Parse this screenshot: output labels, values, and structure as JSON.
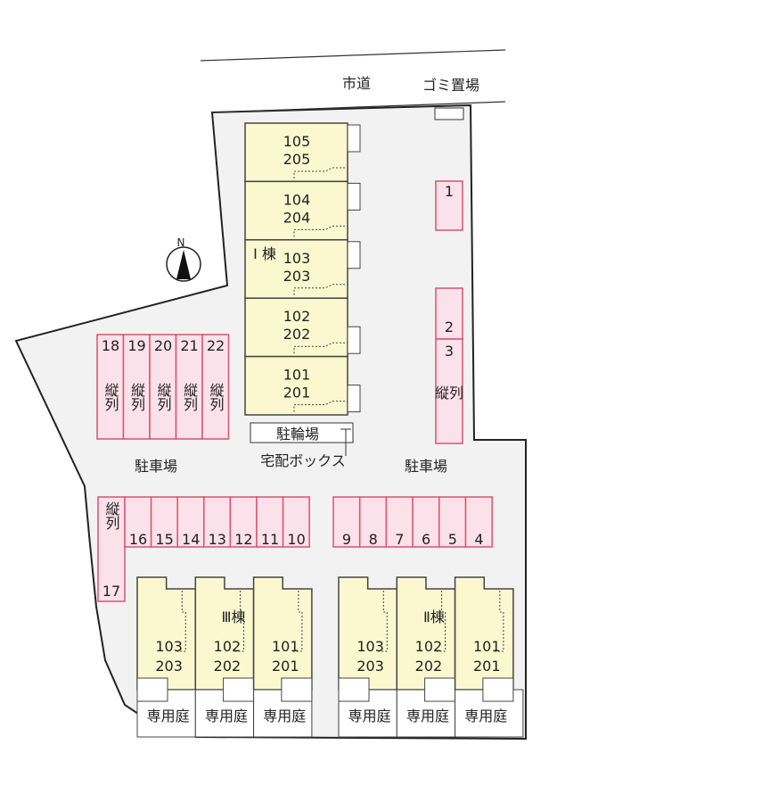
{
  "roads": {
    "city_road": "市道",
    "garbage": "ゴミ置場"
  },
  "compass": "N",
  "building1": {
    "name": "I 棟",
    "units": [
      [
        "105",
        "205"
      ],
      [
        "104",
        "204"
      ],
      [
        "103",
        "203"
      ],
      [
        "102",
        "202"
      ],
      [
        "101",
        "201"
      ]
    ]
  },
  "building3": {
    "name": "Ⅲ棟",
    "units": [
      [
        "103",
        "203"
      ],
      [
        "102",
        "202"
      ],
      [
        "101",
        "201"
      ]
    ]
  },
  "building2": {
    "name": "Ⅱ棟",
    "units": [
      [
        "103",
        "203"
      ],
      [
        "102",
        "202"
      ],
      [
        "101",
        "201"
      ]
    ]
  },
  "garden": "専用庭",
  "bike_parking": "駐輪場",
  "delivery_box": "宅配ボックス",
  "parking_label": "駐車場",
  "tandem": "縦列",
  "parking": {
    "p1": "1",
    "p2": "2",
    "p3": "3",
    "p17": "17",
    "row_18_22": [
      "18",
      "19",
      "20",
      "21",
      "22"
    ],
    "row_16_10": [
      "16",
      "15",
      "14",
      "13",
      "12",
      "11",
      "10"
    ],
    "row_9_4": [
      "9",
      "8",
      "7",
      "6",
      "5",
      "4"
    ]
  },
  "colors": {
    "building": "#fbf8cf",
    "parking": "#fbe1ea",
    "parking_border": "#d8546f",
    "ground": "#f2f2f2"
  }
}
